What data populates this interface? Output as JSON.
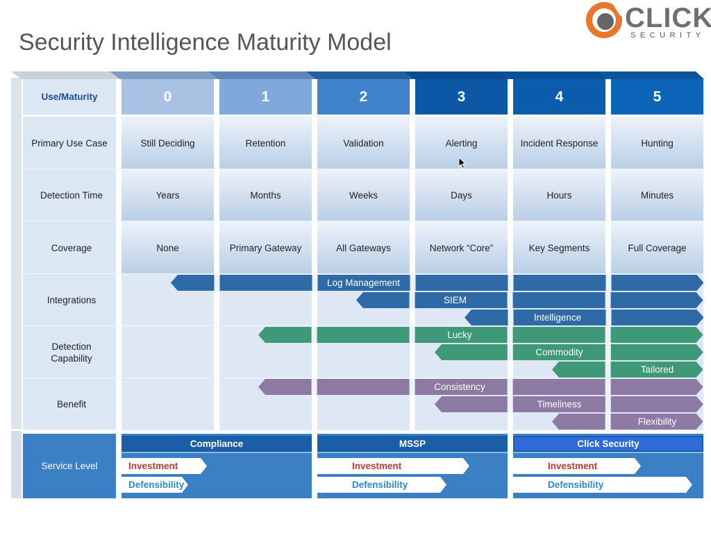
{
  "title": "Security Intelligence Maturity Model",
  "logo": {
    "word": "CLICK",
    "sub": "SECURITY",
    "icon": "click-security-logo-icon"
  },
  "header": {
    "label": "Use/Maturity",
    "levels": [
      "0",
      "1",
      "2",
      "3",
      "4",
      "5"
    ]
  },
  "rows": [
    {
      "label": "Primary Use Case",
      "values": [
        "Still Deciding",
        "Retention",
        "Validation",
        "Alerting",
        "Incident Response",
        "Hunting"
      ]
    },
    {
      "label": "Detection Time",
      "values": [
        "Years",
        "Months",
        "Weeks",
        "Days",
        "Hours",
        "Minutes"
      ]
    },
    {
      "label": "Coverage",
      "values": [
        "None",
        "Primary Gateway",
        "All Gateways",
        "Network “Core”",
        "Key Segments",
        "Full Coverage"
      ]
    }
  ],
  "integrations": {
    "label": "Integrations",
    "color": "#2e6aa5",
    "bars": [
      {
        "label": "Log Management",
        "start_level": 0.5
      },
      {
        "label": "SIEM",
        "start_level": 2.4
      },
      {
        "label": "Intelligence",
        "start_level": 3.5
      }
    ]
  },
  "detection": {
    "label": "Detection Capability",
    "color": "#3f9878",
    "bars": [
      {
        "label": "Lucky",
        "start_level": 1.4
      },
      {
        "label": "Commodity",
        "start_level": 3.2
      },
      {
        "label": "Tailored",
        "start_level": 4.4
      }
    ]
  },
  "benefit": {
    "label": "Benefit",
    "color": "#8c7aa3",
    "bars": [
      {
        "label": "Consistency",
        "start_level": 1.4
      },
      {
        "label": "Timeliness",
        "start_level": 3.2
      },
      {
        "label": "Flexibility",
        "start_level": 4.4
      }
    ]
  },
  "service": {
    "label": "Service Level",
    "groups": [
      {
        "name": "Compliance",
        "investment": "Investment",
        "defensibility": "Defensibility",
        "investment_fraction": 0.45,
        "defensibility_fraction": 0.35
      },
      {
        "name": "MSSP",
        "investment": "Investment",
        "defensibility": "Defensibility",
        "investment_fraction": 0.8,
        "defensibility_fraction": 0.68
      },
      {
        "name": "Click Security",
        "investment": "Investment",
        "defensibility": "Defensibility",
        "investment_fraction": 0.67,
        "defensibility_fraction": 0.94
      }
    ]
  },
  "colors": {
    "header_level_colors": [
      "#a9c2e4",
      "#7fa8dc",
      "#3f82c9",
      "#0c57a6",
      "#0c5cae",
      "#0c64b8"
    ],
    "label_column": "#dce7f4",
    "service_bg": "#3b7fc4",
    "service_head": "#1a5ea8",
    "click_security_head": "#2f6ad9"
  }
}
